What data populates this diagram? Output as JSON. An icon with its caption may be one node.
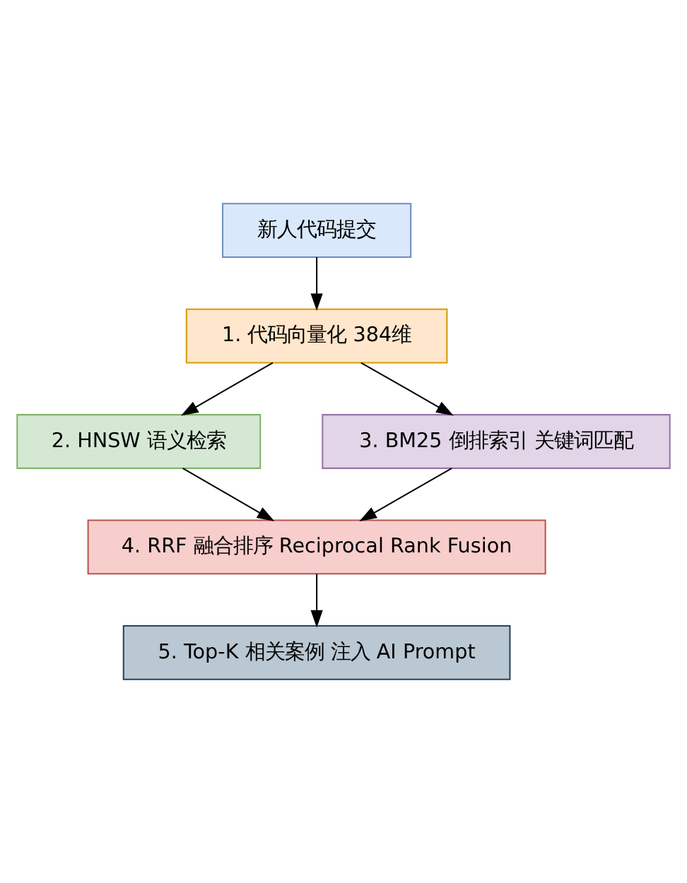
{
  "diagram": {
    "nodes": [
      {
        "text": [
          "新人代码提交"
        ]
      },
      {
        "text": [
          "1. 代码向量化 384维"
        ]
      },
      {
        "text": [
          "2. HNSW 语义检索"
        ]
      },
      {
        "text": [
          "3. BM25 倒排索引 关键词匹配"
        ]
      },
      {
        "text": [
          "4. RRF 融合排序 Reciprocal Rank Fusion"
        ]
      },
      {
        "text": [
          "5. Top-K 相关案例 注入 AI Prompt"
        ]
      }
    ],
    "edges": [
      {
        "from": 0,
        "to": 1,
        "arrow": "to"
      },
      {
        "from": 1,
        "to": 2,
        "arrow": "to"
      },
      {
        "from": 1,
        "to": 3,
        "arrow": "to"
      },
      {
        "from": 2,
        "to": 4,
        "arrow": "to"
      },
      {
        "from": 3,
        "to": 4,
        "arrow": "to"
      },
      {
        "from": 4,
        "to": 5,
        "arrow": "to"
      }
    ]
  }
}
